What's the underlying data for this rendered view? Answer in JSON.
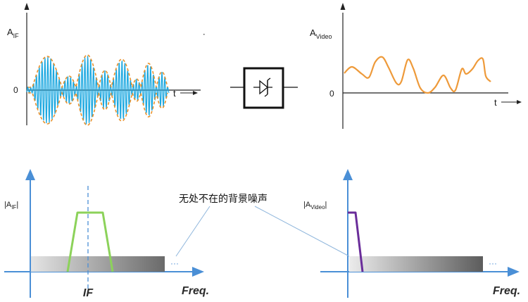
{
  "panels": {
    "if_time": {
      "y_axis_label": "A",
      "y_axis_sub": "IF",
      "zero": "0",
      "t": "t"
    },
    "detector": {
      "icon": "diode-icon"
    },
    "video_time": {
      "y_axis_label": "A",
      "y_axis_sub": "Video",
      "zero": "0",
      "t": "t"
    },
    "if_spectrum": {
      "y_label_pre": "|A",
      "y_label_sub": "IF",
      "y_label_post": "|",
      "x_label": "Freq.",
      "center_label": "IF",
      "ellipsis": "···"
    },
    "video_spectrum": {
      "y_label_pre": "|A",
      "y_label_sub": "Video",
      "y_label_post": "|",
      "x_label": "Freq.",
      "ellipsis": "···"
    }
  },
  "annotation": "无处不在的背景噪声",
  "colors": {
    "axis": "#4a8fd6",
    "if_signal": "#1ca8e0",
    "envelope": "#e9922d",
    "video_signal": "#ee9a3a",
    "if_filter": "#8cd25a",
    "video_filter": "#6a2d9a",
    "noise_dark": "#666666",
    "noise_light": "#e6e6e6"
  }
}
